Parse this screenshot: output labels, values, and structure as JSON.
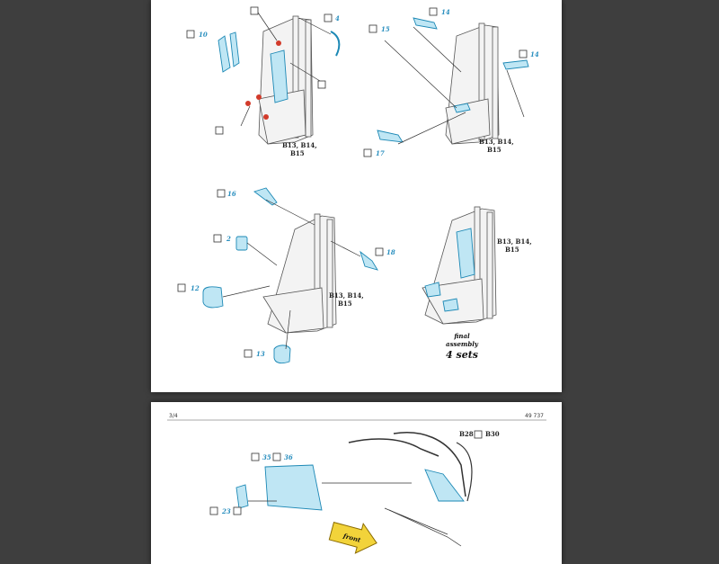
{
  "top_page": {
    "steps": [
      {
        "parts": [
          "10",
          "4"
        ],
        "targets": "B13, B14,\nB15"
      },
      {
        "parts": [
          "14",
          "15",
          "14",
          "17"
        ],
        "targets": "B13, B14,\nB15"
      },
      {
        "parts": [
          "16",
          "2",
          "12",
          "18",
          "13"
        ],
        "targets": "B13, B14,\nB15"
      },
      {
        "targets": "B13, B14,\nB15",
        "caption_line1": "final",
        "caption_line2": "assembly",
        "caption_line3": "4 sets"
      }
    ]
  },
  "bottom_page": {
    "page_left": "3/4",
    "page_right": "49 737",
    "parts": [
      "35",
      "36",
      "23"
    ],
    "targets_label": "B28",
    "targets_label2": "B30",
    "arrow_label": "front"
  },
  "colors": {
    "part_fill": "#bfe6f4",
    "part_stroke": "#1c88b5",
    "accent_red": "#d23a2a",
    "background": "#3e3e3e"
  }
}
